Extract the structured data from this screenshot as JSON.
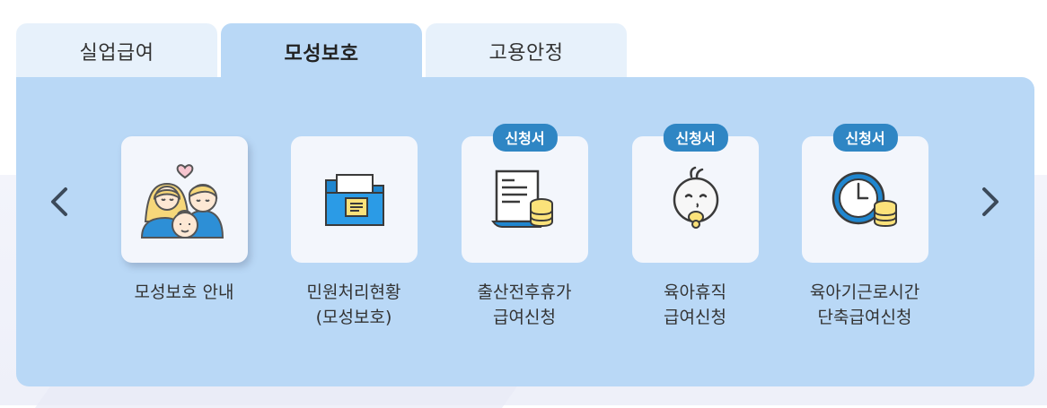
{
  "tabs": [
    {
      "label": "실업급여",
      "active": false
    },
    {
      "label": "모성보호",
      "active": true
    },
    {
      "label": "고용안정",
      "active": false
    }
  ],
  "carousel": {
    "prev_icon": "chevron-left-icon",
    "next_icon": "chevron-right-icon",
    "items": [
      {
        "label1": "모성보호 안내",
        "label2": "",
        "badge": "",
        "icon": "family-icon"
      },
      {
        "label1": "민원처리현황",
        "label2": "(모성보호)",
        "badge": "",
        "icon": "folder-document-icon"
      },
      {
        "label1": "출산전후휴가",
        "label2": "급여신청",
        "badge": "신청서",
        "icon": "document-coins-icon"
      },
      {
        "label1": "육아휴직",
        "label2": "급여신청",
        "badge": "신청서",
        "icon": "baby-icon"
      },
      {
        "label1": "육아기근로시간",
        "label2": "단축급여신청",
        "badge": "신청서",
        "icon": "clock-coins-icon"
      }
    ]
  },
  "colors": {
    "panel": "#b9d8f6",
    "tab_inactive": "#e7f1fb",
    "badge": "#2f86c4"
  }
}
